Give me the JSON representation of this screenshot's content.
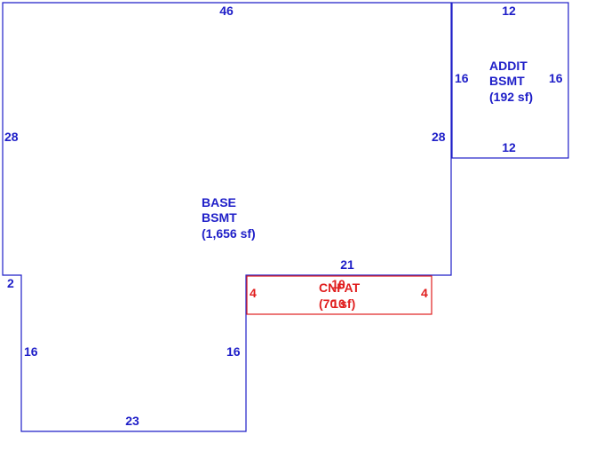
{
  "colors": {
    "outline_blue": "#1e1ec8",
    "outline_red": "#e01e1e",
    "background": "#ffffff"
  },
  "areas": {
    "base": {
      "line1": "BASE",
      "line2": "BSMT",
      "line3": "(1,656 sf)"
    },
    "addit": {
      "line1": "ADDIT",
      "line2": "BSMT",
      "line3": "(192 sf)"
    },
    "cnpat": {
      "line1": "CNPAT",
      "line2": "(70 sf)"
    }
  },
  "dimensions": {
    "base_top": "46",
    "base_left": "28",
    "base_right": "28",
    "base_step": "2",
    "base_lower_left": "16",
    "base_bottom": "23",
    "base_lower_right": "16",
    "base_inner_ledge": "21",
    "addit_top": "12",
    "addit_left": "16",
    "addit_right": "16",
    "addit_bottom": "12",
    "cnpat_top": "10",
    "cnpat_bottom": "10",
    "cnpat_left": "4",
    "cnpat_right": "4"
  }
}
